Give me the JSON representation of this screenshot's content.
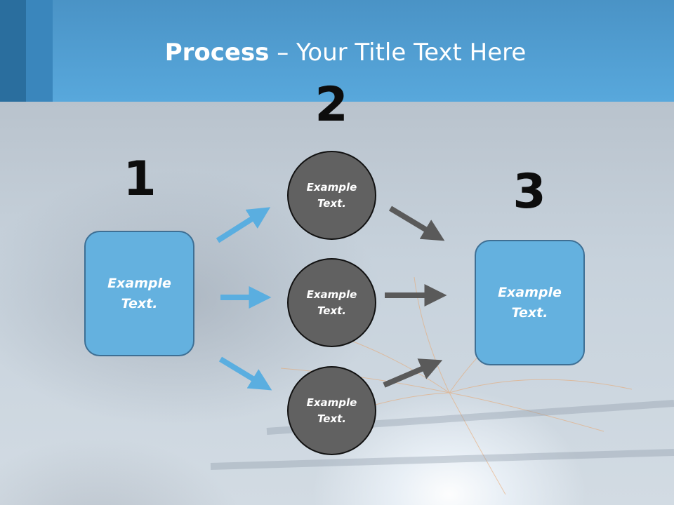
{
  "header": {
    "title_bold": "Process",
    "title_rest": " – Your Title Text Here"
  },
  "steps": {
    "step1_number": "1",
    "step2_number": "2",
    "step3_number": "3"
  },
  "left_box": {
    "text": "Example\nText."
  },
  "middle_circles": [
    {
      "text": "Example\nText."
    },
    {
      "text": "Example\nText."
    },
    {
      "text": "Example\nText."
    }
  ],
  "right_box": {
    "text": "Example\nText."
  },
  "colors": {
    "header_blue": "#58a8dc",
    "box_blue": "#64b1df",
    "box_border": "#3e6f94",
    "circle_gray": "#616161",
    "arrow_blue": "#5aaee0",
    "arrow_gray": "#5a5a5a"
  }
}
